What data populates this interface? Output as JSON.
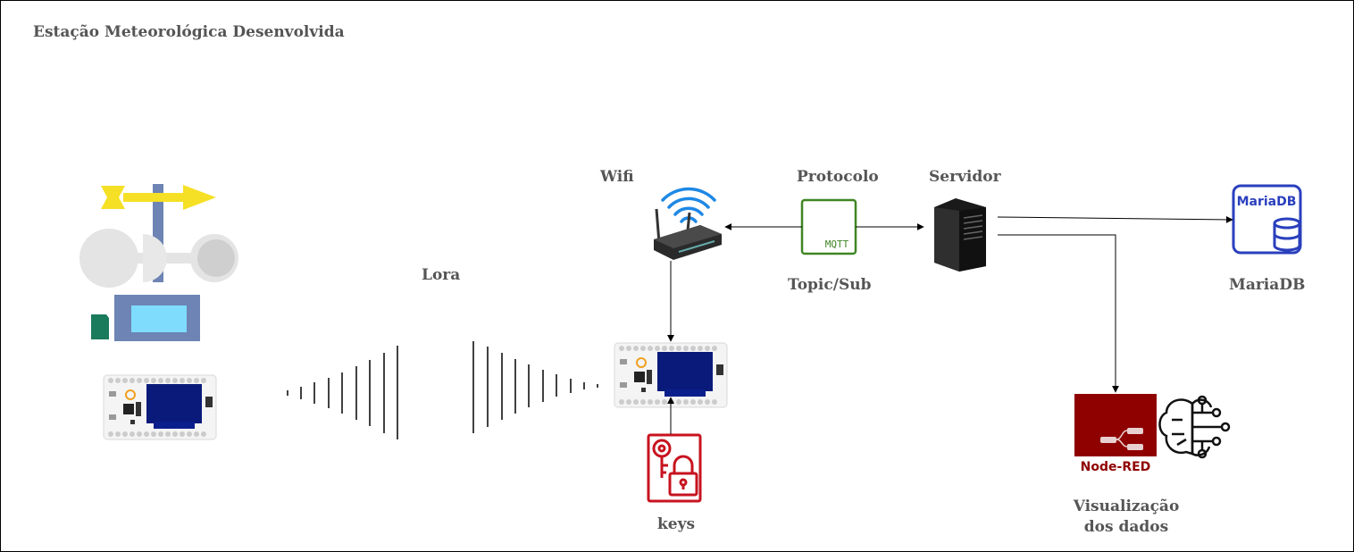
{
  "title": "Estação Meteorológica Desenvolvida",
  "labels": {
    "lora": "Lora",
    "wifi": "Wifi",
    "protocolo": "Protocolo",
    "topic_sub": "Topic/Sub",
    "servidor": "Servidor",
    "mariadb": "MariaDB",
    "keys": "keys",
    "visualizacao_line1": "Visualização",
    "visualizacao_line2": "dos dados"
  },
  "icons": {
    "mqtt_text": "MQTT",
    "mariadb_logo_text": "MariaDB",
    "nodered_logo_text": "Node-RED"
  },
  "colors": {
    "label_text": "#555555",
    "mqtt_green": "#3f8624",
    "mariadb_blue": "#2a3fbd",
    "keys_red": "#c7131f",
    "nodered_red": "#8f0000",
    "wifi_blue": "#1e88e5",
    "board_screen": "#0a1a7a",
    "vane_yellow": "#f5e025",
    "station_blue": "#6d84b4"
  }
}
